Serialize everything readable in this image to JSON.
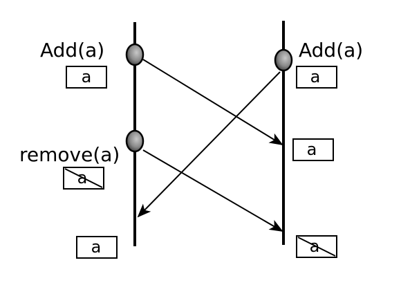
{
  "operations": {
    "left_add": "Add(a)",
    "right_add": "Add(a)",
    "left_remove": "remove(a)"
  },
  "states": {
    "left_after_add": "a",
    "right_after_add": "a",
    "left_after_remove": "a",
    "right_after_left_add": "a",
    "left_final": "a",
    "right_final": "a"
  },
  "colors": {
    "line": "#000000",
    "event_dark": "#3a3a3a",
    "event_light": "#b0b0b0",
    "background": "#ffffff"
  }
}
